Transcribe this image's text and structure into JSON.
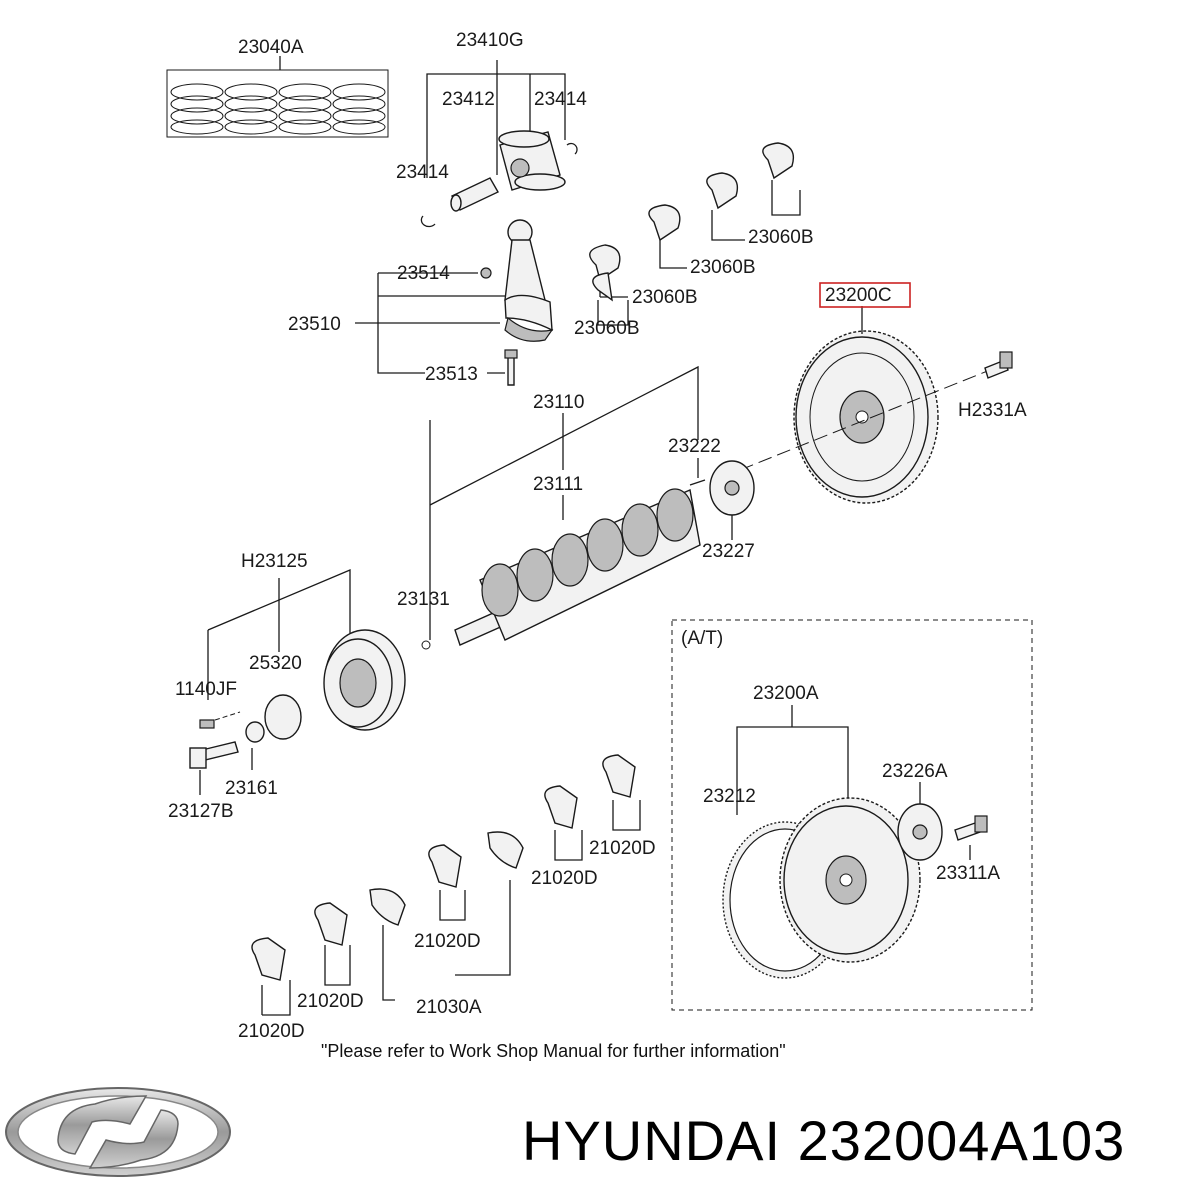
{
  "labels": {
    "p23040A": "23040A",
    "p23410G": "23410G",
    "p23412": "23412",
    "p23414a": "23414",
    "p23414b": "23414",
    "p23514": "23514",
    "p23510": "23510",
    "p23513": "23513",
    "p23060B_1": "23060B",
    "p23060B_2": "23060B",
    "p23060B_3": "23060B",
    "p23060B_4": "23060B",
    "p23200C": "23200C",
    "pH2331A": "H2331A",
    "p23110": "23110",
    "p23222": "23222",
    "p23111": "23111",
    "p23227": "23227",
    "p23131": "23131",
    "pH23125": "H23125",
    "p25320": "25320",
    "p1140JF": "1140JF",
    "p23161": "23161",
    "p23127B": "23127B",
    "pAT": "(A/T)",
    "p23200A": "23200A",
    "p23212": "23212",
    "p23226A": "23226A",
    "p23311A": "23311A",
    "p21020D_1": "21020D",
    "p21020D_2": "21020D",
    "p21020D_3": "21020D",
    "p21020D_4": "21020D",
    "p21020D_5": "21020D",
    "p21030A": "21030A"
  },
  "highlight_color": "#cc2222",
  "note": "\"Please refer to Work Shop Manual for further information\"",
  "brand_text": "HYUNDAI 232004A103",
  "logo_icon": "hyundai-logo"
}
